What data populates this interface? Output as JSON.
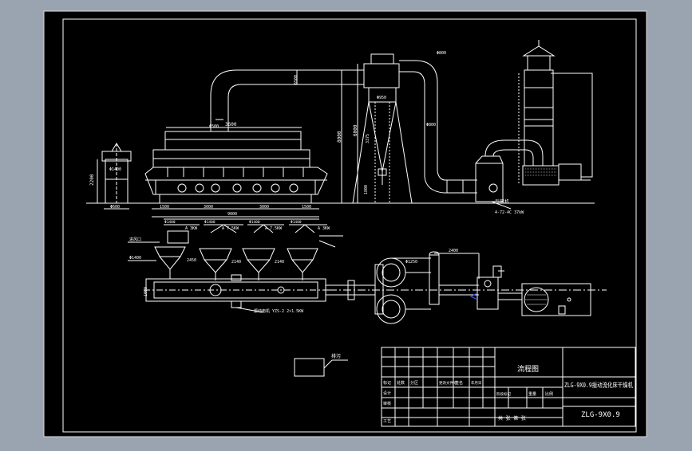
{
  "colors": {
    "viewport_bg": "#9aa3b0",
    "sheet_bg": "#000000",
    "line": "#ffffff",
    "accent": "#3b5bff"
  },
  "elevation_dims": {
    "cyclone_top": "Φ800",
    "cyclone_body": "Φ950",
    "height_1": "8000",
    "height_2": "6000",
    "height_3": "3375",
    "height_4": "1800",
    "pipe_dia": "Φ500",
    "duct_len": "6500",
    "bed_len": "9000",
    "hood_len": "3600",
    "span_1": "1500",
    "span_2": "3000",
    "span_3": "3000",
    "span_4": "1500",
    "small_dim": "2200",
    "feeder_w": "Φ600",
    "fan_label": "引风机",
    "fan_model": "4-72-4C 37kW",
    "feeder_label": "Φ1400",
    "outlet_label": "Φ800"
  },
  "plan_dims": {
    "heater_labels": [
      "A 3KW",
      "A 7.5KW",
      "A 7.5KW",
      "A 3KW"
    ],
    "heater_widths": [
      "Φ1400",
      "Φ1400",
      "Φ1400",
      "Φ1400"
    ],
    "spacing": [
      "2450",
      "2140",
      "2140"
    ],
    "note_left": "进风口",
    "note_left_2": "Φ1400",
    "motor_note": "振动电机 YZS-2 2×1.5KW",
    "cyclone_dia": "Φ1250",
    "duct_span": "2400",
    "plan_w": "1000"
  },
  "legend_box_label": "排污",
  "title_block": {
    "drawing_title": "流程图",
    "project_name": "ZLG-9X0.9振动流化床干燥机",
    "drawing_no": "ZLG-9X0.9",
    "row_labels": [
      "标记",
      "设计",
      "审核",
      "工艺"
    ],
    "col_labels": [
      "处数",
      "分区",
      "更改文件号",
      "签名",
      "年月日"
    ],
    "mid_labels": [
      "阶段标记",
      "重量",
      "比例"
    ],
    "sheet_info": "共 张 第 张"
  }
}
